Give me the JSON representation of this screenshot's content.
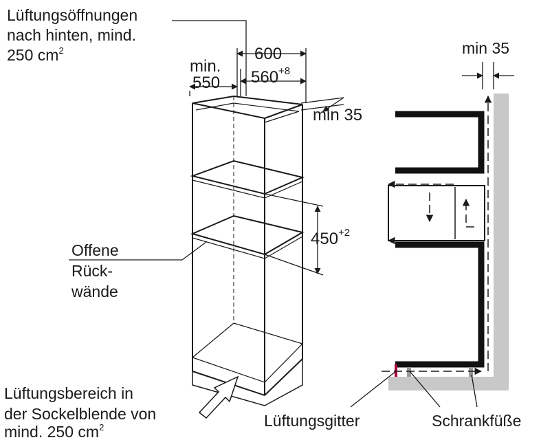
{
  "labels": {
    "vent_openings": [
      "Lüftungsöffnungen",
      "nach hinten, mind.",
      "250 cm",
      "2"
    ],
    "open_back": [
      "Offene",
      "Rück-",
      "wände"
    ],
    "plinth_vent": [
      "Lüftungsbereich in",
      "der Sockelblende von",
      "mind. 250 cm",
      "2"
    ],
    "vent_grille": "Lüftungsgitter",
    "cabinet_feet": "Schrankfüße"
  },
  "dimensions": {
    "min_label": "min.",
    "min_width": "550",
    "outer_width": "600",
    "niche_width": "560",
    "niche_width_tol": "+8",
    "top_gap": "min 35",
    "niche_height": "450",
    "niche_height_tol": "+2",
    "side_gap": "min 35"
  },
  "colors": {
    "line": "#1a1a1a",
    "wall": "#c8c8c8",
    "accent": "#b0003a"
  }
}
